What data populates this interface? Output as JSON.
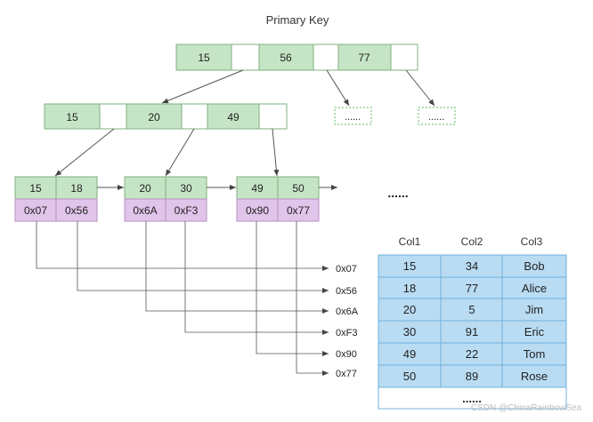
{
  "title": "Primary Key",
  "colors": {
    "key_fill": "#c6e5c6",
    "key_stroke": "#7fb07f",
    "addr_fill": "#e1c4ea",
    "addr_stroke": "#b690c3",
    "table_fill": "#b9dcf3",
    "table_stroke": "#6fb1de",
    "line": "#555555",
    "dotted": "#5cb85c"
  },
  "root": {
    "keys": [
      "15",
      "56",
      "77"
    ]
  },
  "internal": {
    "keys": [
      "15",
      "20",
      "49"
    ]
  },
  "placeholders": [
    "......",
    "......"
  ],
  "leaves": [
    {
      "keys": [
        "15",
        "18"
      ],
      "addrs": [
        "0x07",
        "0x56"
      ]
    },
    {
      "keys": [
        "20",
        "30"
      ],
      "addrs": [
        "0x6A",
        "0xF3"
      ]
    },
    {
      "keys": [
        "49",
        "50"
      ],
      "addrs": [
        "0x90",
        "0x77"
      ]
    }
  ],
  "leaf_more": "......",
  "pointers": [
    "0x07",
    "0x56",
    "0x6A",
    "0xF3",
    "0x90",
    "0x77"
  ],
  "table": {
    "columns": [
      "Col1",
      "Col2",
      "Col3"
    ],
    "rows": [
      [
        "15",
        "34",
        "Bob"
      ],
      [
        "18",
        "77",
        "Alice"
      ],
      [
        "20",
        "5",
        "Jim"
      ],
      [
        "30",
        "91",
        "Eric"
      ],
      [
        "49",
        "22",
        "Tom"
      ],
      [
        "50",
        "89",
        "Rose"
      ]
    ],
    "more": "......"
  },
  "watermark": "CSDN @ChinaRainbowSea"
}
